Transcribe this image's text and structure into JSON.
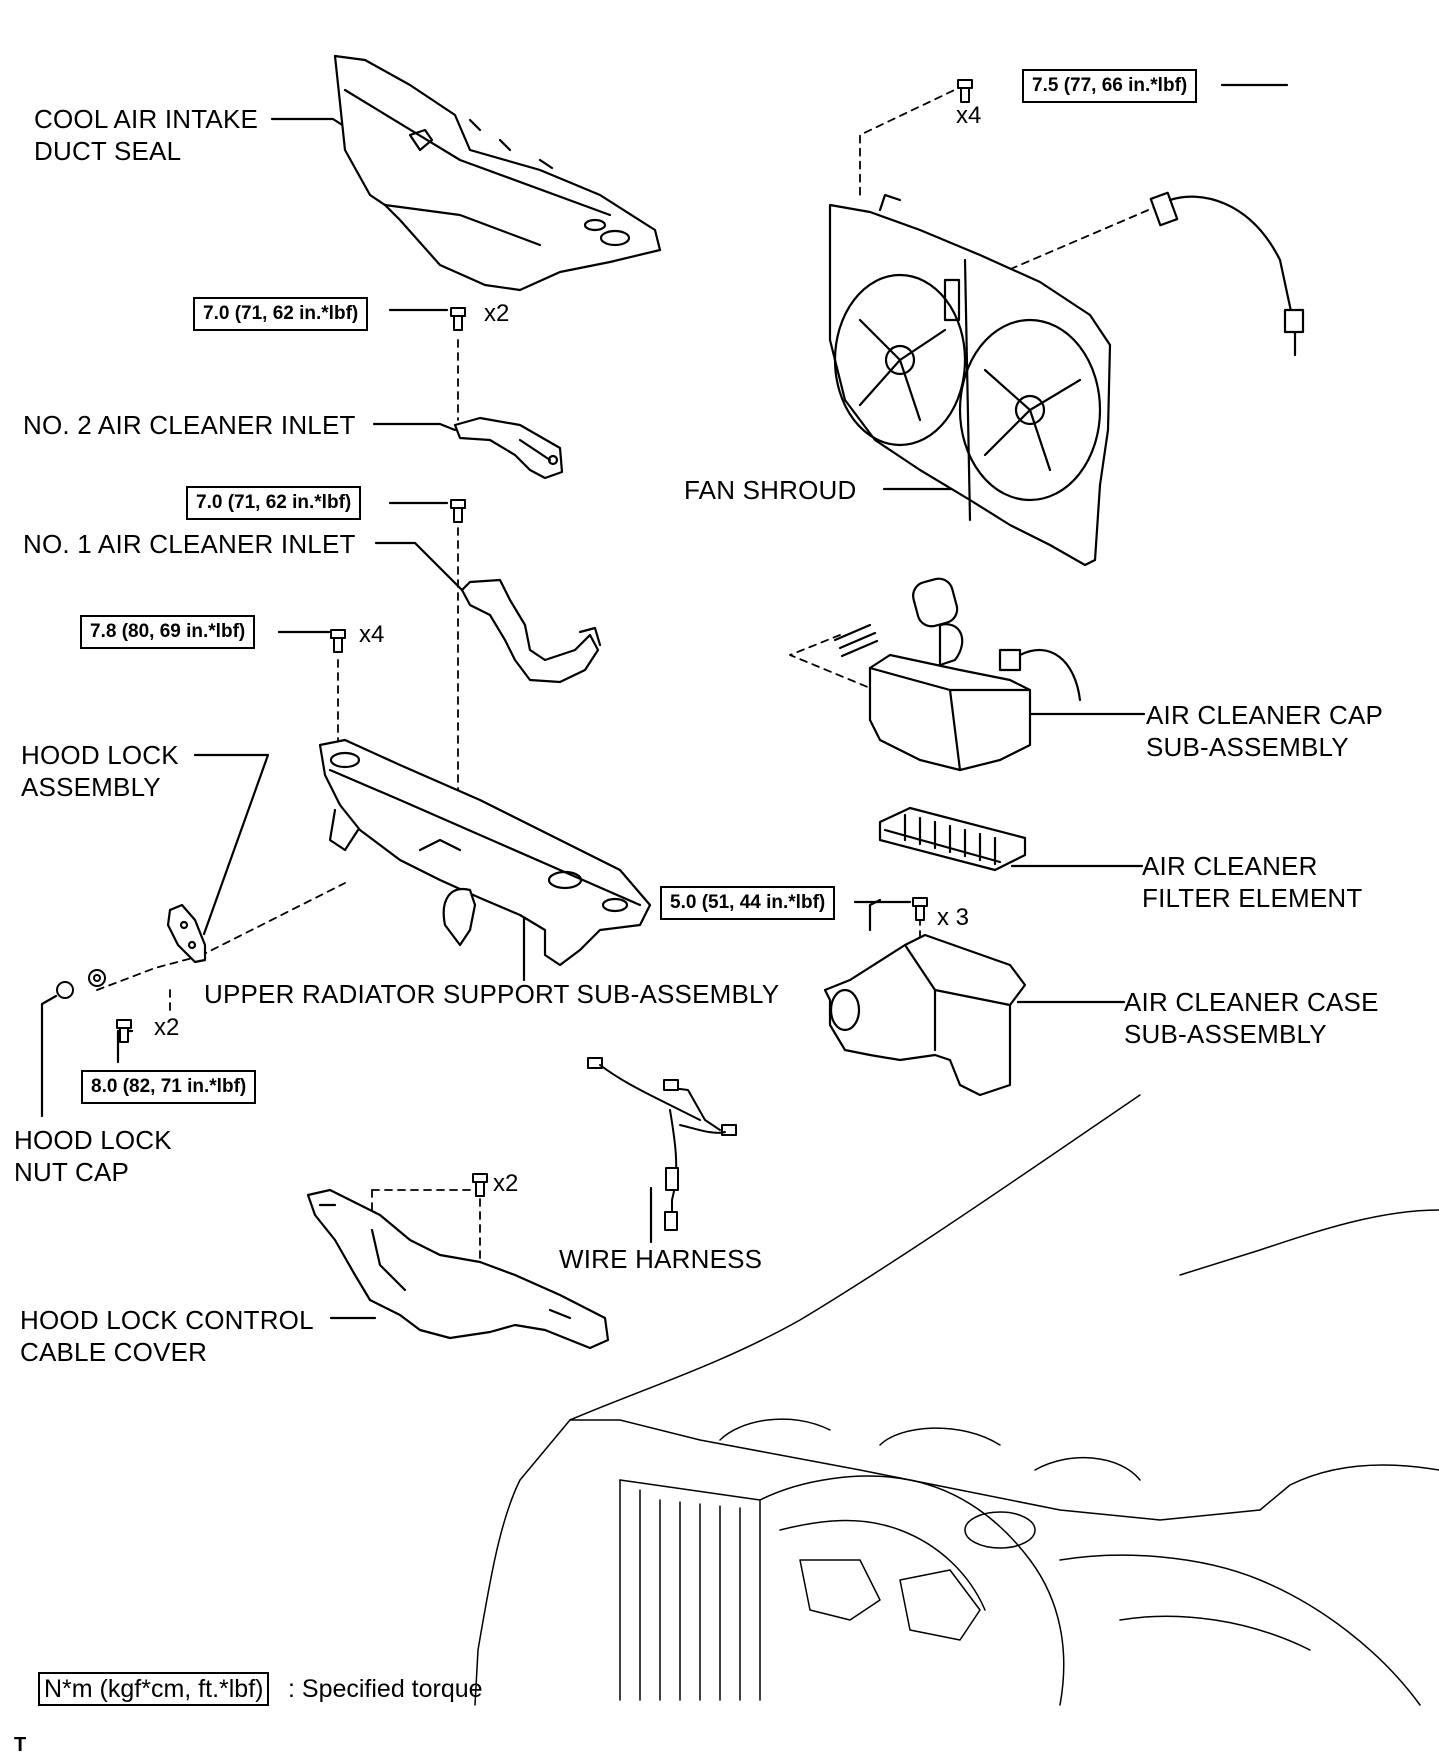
{
  "labels": {
    "cool_air_intake": [
      "COOL AIR INTAKE",
      "DUCT SEAL"
    ],
    "no2_inlet": "NO. 2 AIR CLEANER INLET",
    "no1_inlet": "NO. 1 AIR CLEANER INLET",
    "hood_lock_assembly": [
      "HOOD LOCK",
      "ASSEMBLY"
    ],
    "upper_radiator_support": "UPPER RADIATOR SUPPORT SUB-ASSEMBLY",
    "hood_lock_nut_cap": [
      "HOOD LOCK",
      "NUT CAP"
    ],
    "hood_lock_cable_cover": [
      "HOOD LOCK CONTROL",
      "CABLE COVER"
    ],
    "wire_harness": "WIRE HARNESS",
    "fan_shroud": "FAN SHROUD",
    "air_cleaner_cap": [
      "AIR CLEANER CAP",
      "SUB-ASSEMBLY"
    ],
    "air_cleaner_filter": [
      "AIR CLEANER",
      "FILTER ELEMENT"
    ],
    "air_cleaner_case": [
      "AIR CLEANER CASE",
      "SUB-ASSEMBLY"
    ]
  },
  "torques": {
    "fan_shroud": "7.5 (77, 66 in.*lbf)",
    "no2_inlet": "7.0 (71, 62 in.*lbf)",
    "no1_inlet": "7.0 (71, 62 in.*lbf)",
    "radiator_support": "7.8 (80, 69 in.*lbf)",
    "air_cleaner_case": "5.0 (51, 44 in.*lbf)",
    "hood_lock": "8.0 (82, 71 in.*lbf)"
  },
  "quantities": {
    "fan_shroud": "x4",
    "no2_inlet": "x2",
    "radiator_support": "x4",
    "air_cleaner_case": "x 3",
    "hood_lock": "x2",
    "cable_cover": "x2"
  },
  "legend": {
    "unit": "N*m (kgf*cm, ft.*lbf)",
    "description": ": Specified torque"
  },
  "figure_id": "T"
}
